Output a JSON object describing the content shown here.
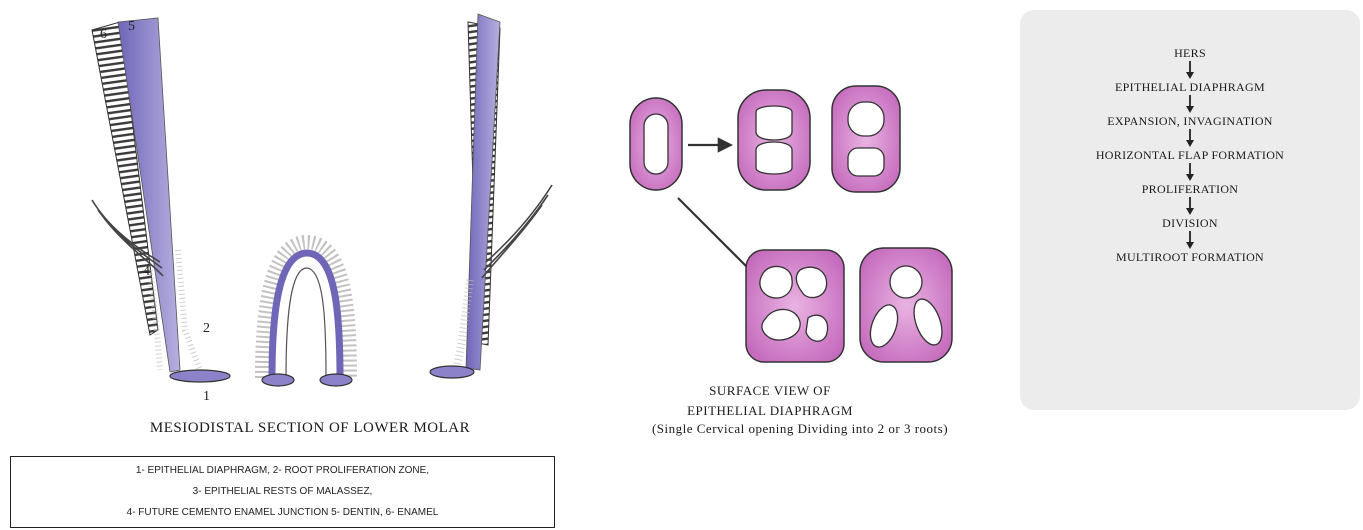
{
  "section": {
    "caption": "MESIODISTAL SECTION OF LOWER MOLAR",
    "markers": [
      "1",
      "2",
      "4",
      "5",
      "6"
    ],
    "legend": [
      "1- EPITHELIAL DIAPHRAGM, 2- ROOT PROLIFERATION ZONE,",
      "3- EPITHELIAL RESTS OF MALASSEZ,",
      "4- FUTURE CEMENTO ENAMEL JUNCTION 5- DENTIN, 6- ENAMEL"
    ]
  },
  "surface": {
    "caption_line1": "SURFACE VIEW OF",
    "caption_line2": "EPITHELIAL DIAPHRAGM",
    "caption_line3": "(Single Cervical opening Dividing into 2 or 3 roots)"
  },
  "flow": {
    "steps": [
      "HERS",
      "EPITHELIAL DIAPHRAGM",
      "EXPANSION, INVAGINATION",
      "HORIZONTAL FLAP FORMATION",
      "PROLIFERATION",
      "DIVISION",
      "MULTIROOT FORMATION"
    ]
  },
  "colors": {
    "dentin": "#8b82c9",
    "epithelium": "#c978c2",
    "epithelium_light": "#e7b2e0",
    "flow_bg": "#ececec"
  }
}
